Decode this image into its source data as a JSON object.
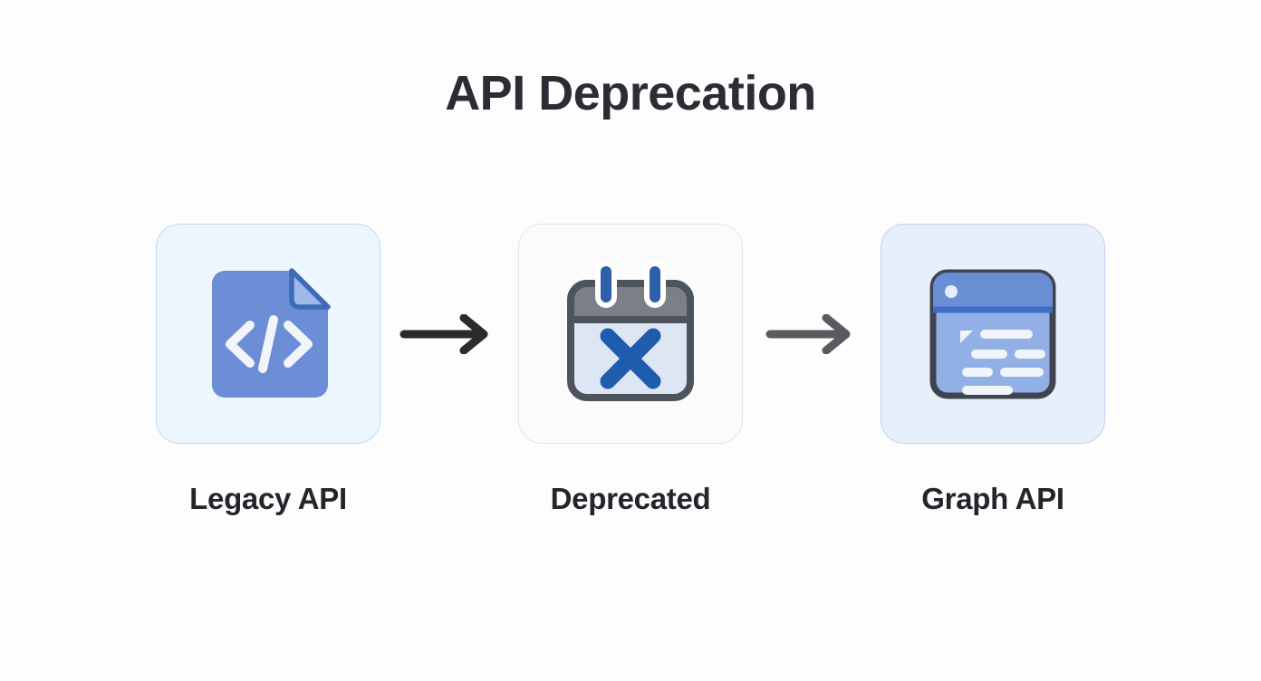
{
  "title": "API Deprecation",
  "colors": {
    "background": "#fdfdfd",
    "title_text": "#2b2d34",
    "label_text": "#23252b",
    "arrow_dark": "#2b2b2e",
    "arrow_light": "#5a5a60",
    "card1_fill": "#eef6fd",
    "card1_border": "#c3d7ec",
    "card2_fill": "#fbfbfb",
    "card2_border": "#e4e4e4",
    "card3_fill": "#e7effa",
    "card3_border": "#c3d2ea",
    "file_blue": "#6b8ed6",
    "file_fold": "#9fbaea",
    "file_outline": "#3e6bb8",
    "code_glyph": "#f2f6fb",
    "calendar_header": "#7b7f87",
    "calendar_outline": "#4e545c",
    "calendar_body": "#dde6f3",
    "calendar_ring": "#2e5fa8",
    "x_mark": "#1f5cad",
    "window_titlebar": "#6a8ed4",
    "window_divider": "#3f6cc4",
    "window_body": "#93b0e6",
    "window_outline": "#3f4450",
    "window_line": "#f0f4fb"
  },
  "steps": [
    {
      "label": "Legacy API",
      "icon": "code-file-icon",
      "card_style": "blue-light"
    },
    {
      "label": "Deprecated",
      "icon": "calendar-x-icon",
      "card_style": "plain"
    },
    {
      "label": "Graph API",
      "icon": "browser-window-icon",
      "card_style": "blue-mid"
    }
  ],
  "arrows": [
    {
      "name": "arrow-legacy-to-deprecated",
      "glyph": "arrow-right-icon",
      "color": "#2b2b2e"
    },
    {
      "name": "arrow-deprecated-to-graph",
      "glyph": "arrow-right-icon",
      "color": "#5a5a60"
    }
  ]
}
